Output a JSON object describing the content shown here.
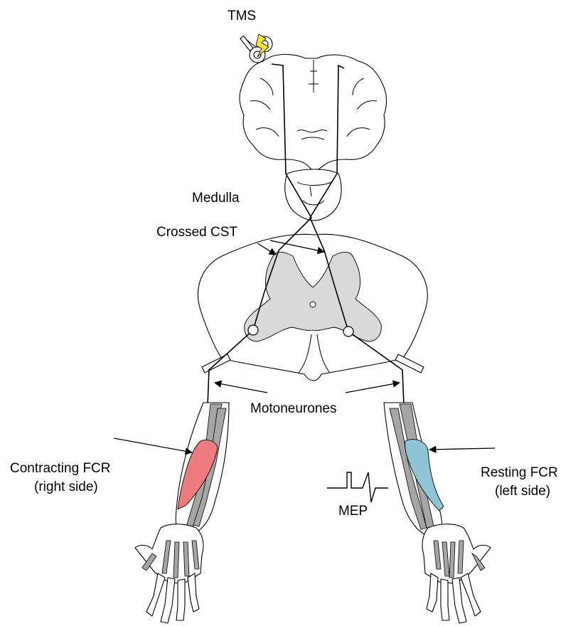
{
  "labels": {
    "tms": "TMS",
    "medulla": "Medulla",
    "crossed_cst": "Crossed CST",
    "motoneurones": "Motoneurones",
    "contracting_fcr_line1": "Contracting FCR",
    "contracting_fcr_line2": "(right side)",
    "resting_fcr_line1": "Resting FCR",
    "resting_fcr_line2": "(left side)",
    "mep": "MEP"
  },
  "colors": {
    "contracting_muscle": "#ee7b80",
    "resting_muscle": "#8fc3d6",
    "coil_spark": "#f5e52a",
    "gray_matter": "#d9d9d9",
    "bone": "#a6a6a6"
  }
}
